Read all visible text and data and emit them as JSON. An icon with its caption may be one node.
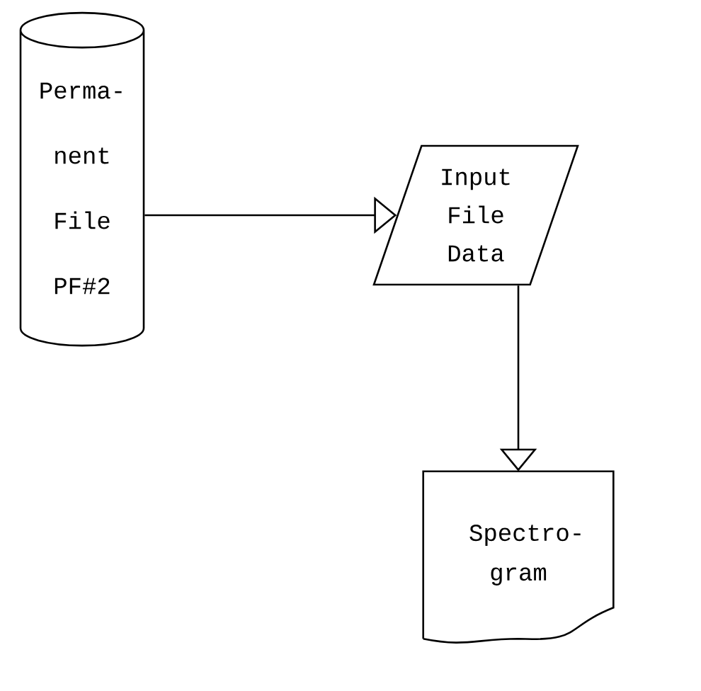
{
  "diagram": {
    "nodes": [
      {
        "text": [
          "Perma- nent File PF#2"
        ]
      },
      {
        "text": [
          "Input File Data"
        ]
      },
      {
        "text": [
          "Spectro- gram"
        ]
      }
    ],
    "edges": [
      {
        "from": 0,
        "to": 1,
        "arrow": "to"
      },
      {
        "from": 1,
        "to": 2,
        "arrow": "to"
      }
    ]
  }
}
